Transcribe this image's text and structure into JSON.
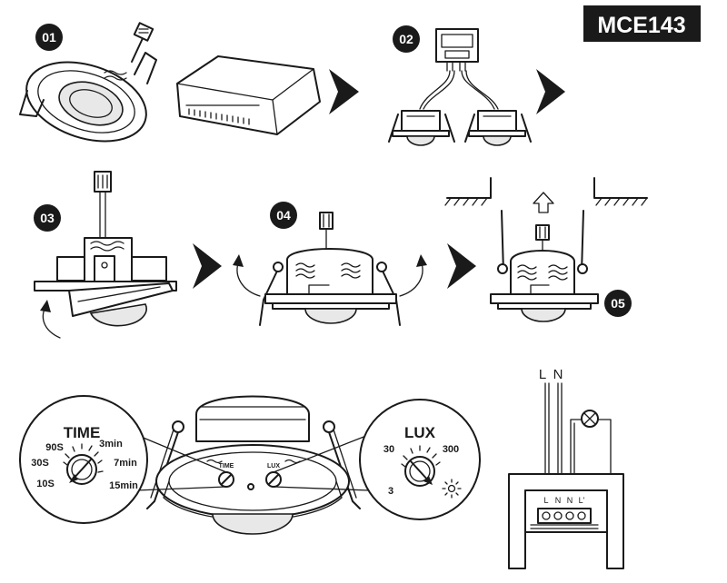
{
  "model": "MCE143",
  "steps": [
    "01",
    "02",
    "03",
    "04",
    "05"
  ],
  "time_dial": {
    "title": "TIME",
    "labels": [
      "90S",
      "3min",
      "30S",
      "7min",
      "10S",
      "15min"
    ]
  },
  "lux_dial": {
    "title": "LUX",
    "labels": [
      "30",
      "300",
      "3"
    ]
  },
  "mini_labels": {
    "time": "TIME",
    "lux": "LUX"
  },
  "wiring": {
    "supply": [
      "L",
      "N"
    ],
    "terminals": [
      "L",
      "N",
      "N",
      "L'"
    ]
  }
}
